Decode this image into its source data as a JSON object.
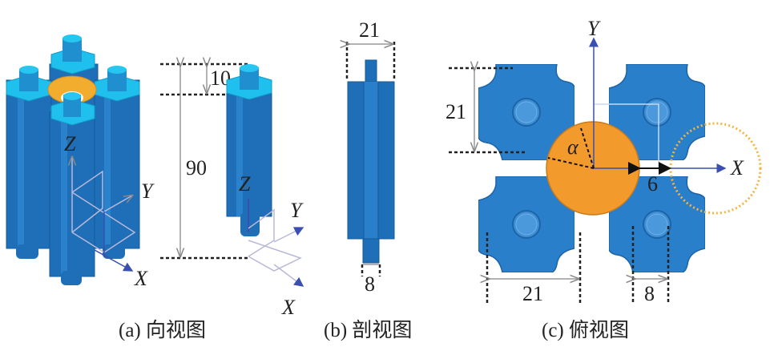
{
  "colors": {
    "column_blue": "#1f6fb8",
    "cap_cyan": "#1fc0ee",
    "orange": "#f29a2e",
    "axis_blue": "#3a4fb0"
  },
  "panel_a": {
    "caption": "(a) 向视图",
    "dim_top": "10",
    "dim_height": "90",
    "axes_left": {
      "z": "Z",
      "y": "Y",
      "x": "X"
    },
    "axes_right": {
      "z": "Z",
      "y": "Y",
      "x": "X"
    }
  },
  "panel_b": {
    "caption": "(b) 剖视图",
    "dim_width": "21",
    "dim_shaft": "8"
  },
  "panel_c": {
    "caption": "(c) 俯视图",
    "axis_y": "Y",
    "axis_x": "X",
    "dim_left": "21",
    "angle": "α",
    "gap": "6",
    "dim_bottom_width": "21",
    "dim_bottom_shaft": "8"
  }
}
